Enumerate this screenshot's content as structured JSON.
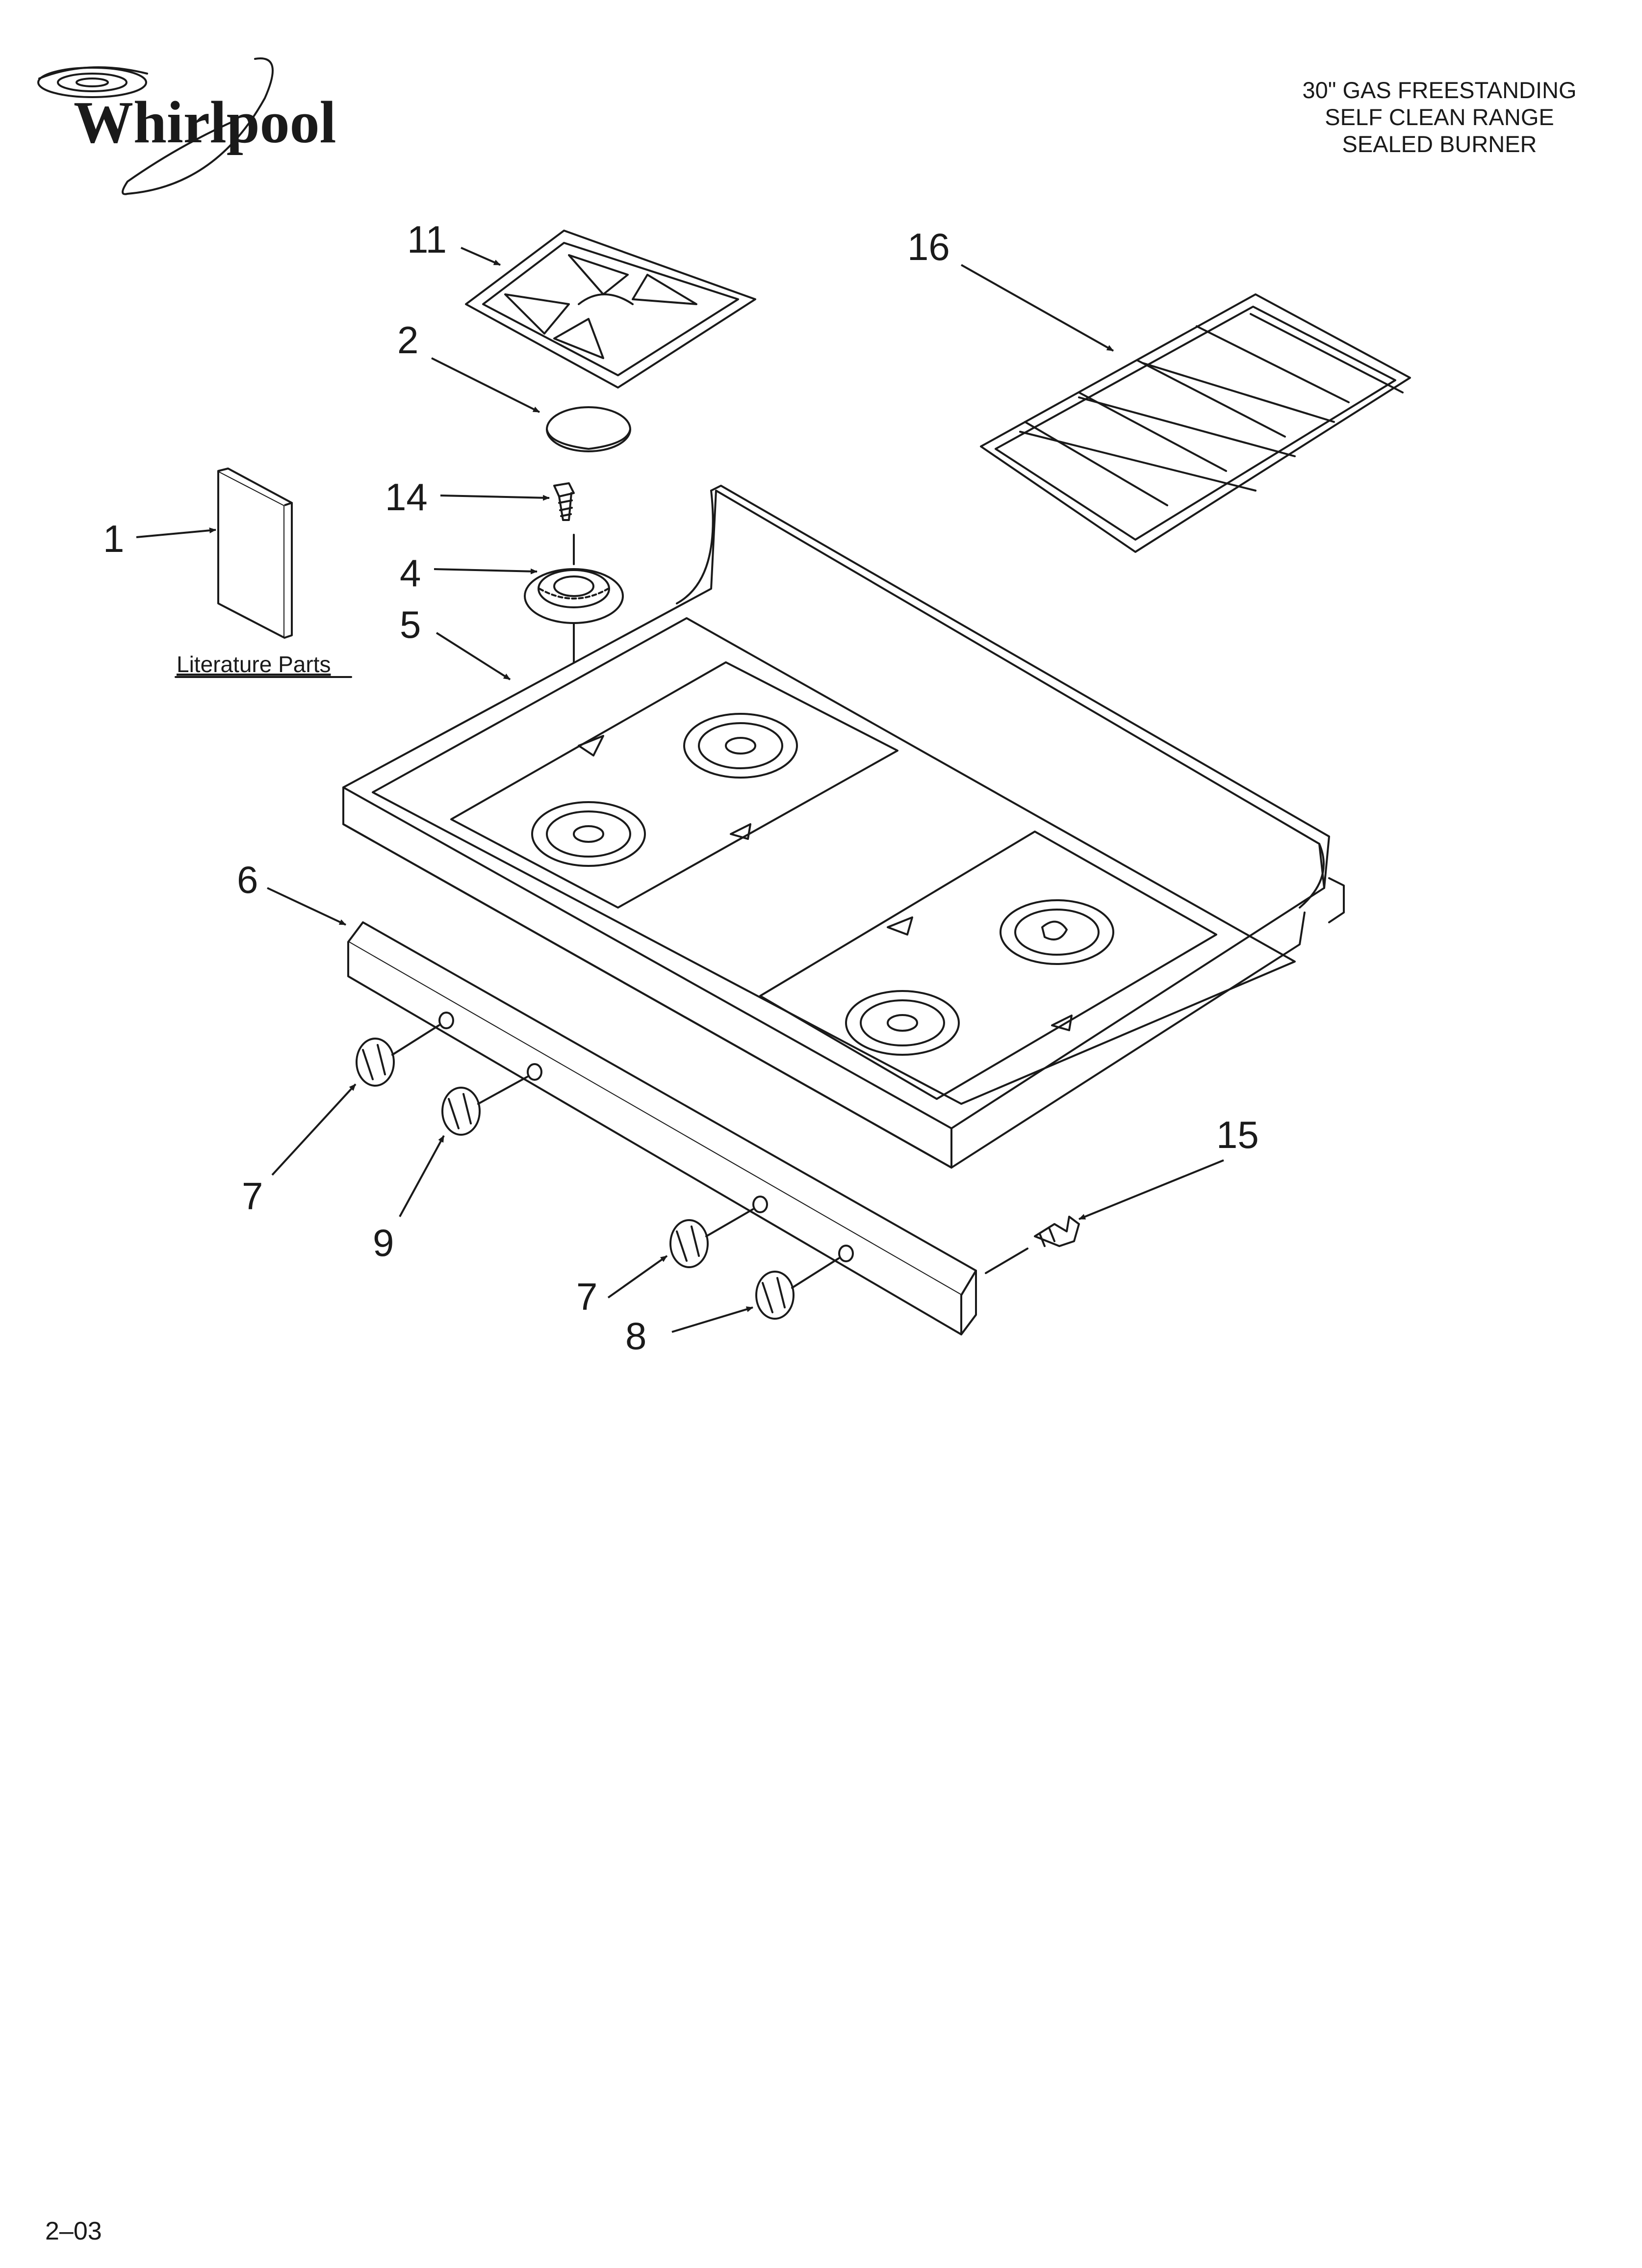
{
  "brand": {
    "name": "Whirlpool"
  },
  "header": {
    "lines": [
      "30\" GAS FREESTANDING",
      "SELF CLEAN RANGE",
      "SEALED BURNER"
    ]
  },
  "literature_label": "Literature Parts",
  "callouts": {
    "c1": "1",
    "c2": "2",
    "c4": "4",
    "c5": "5",
    "c6": "6",
    "c7a": "7",
    "c7b": "7",
    "c8": "8",
    "c9": "9",
    "c11": "11",
    "c14": "14",
    "c15": "15",
    "c16": "16"
  },
  "footer": {
    "code": "2–03"
  },
  "colors": {
    "ink": "#1a1a1a",
    "paper": "#ffffff"
  },
  "icons": {
    "logo": "whirlpool-swirl-icon",
    "arrow": "callout-arrow-icon",
    "knob": "control-knob-icon",
    "screw": "screw-icon"
  }
}
